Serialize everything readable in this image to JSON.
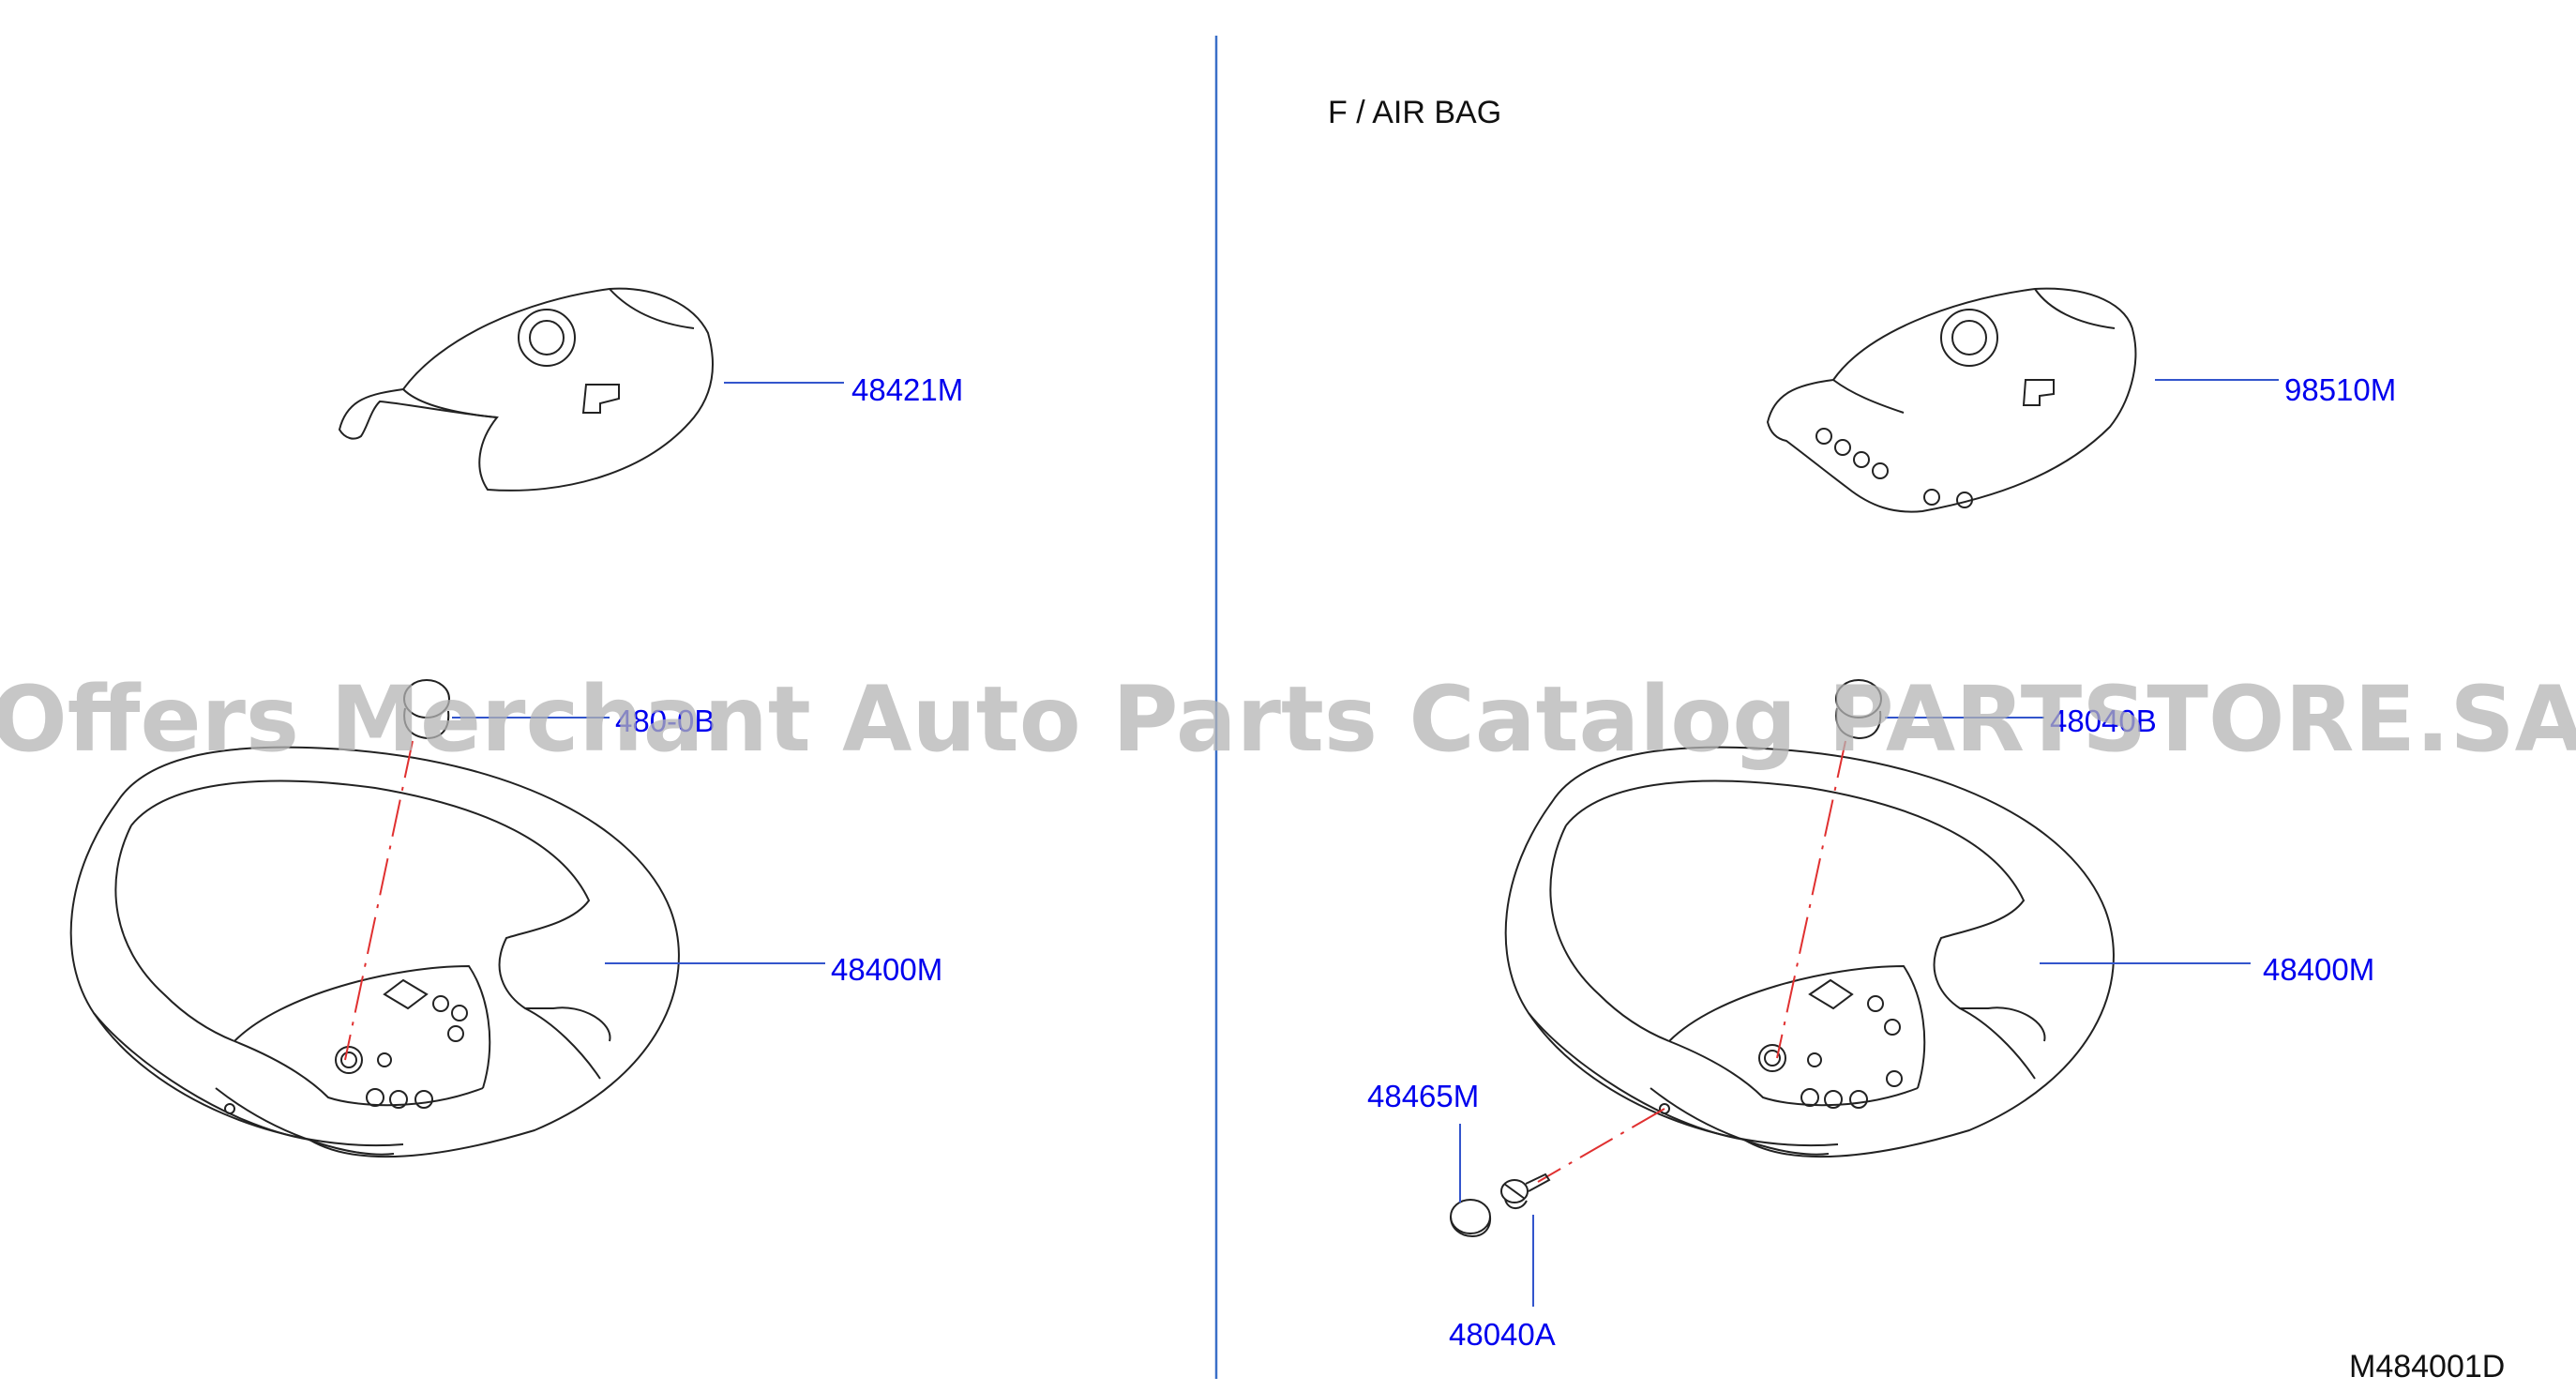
{
  "colors": {
    "label": "#0000ee",
    "leader": "#3355cc",
    "divider": "#3a6fc8",
    "outline": "#222222",
    "center_line": "#e03030",
    "watermark": "#b4b4b4"
  },
  "header": {
    "title": "F / AIR BAG"
  },
  "watermark": {
    "text": "Offers Merchant Auto Parts Catalog PARTSTORE.SA"
  },
  "diagram_code": "M484001D",
  "left_panel": {
    "labels": {
      "pad": "48421M",
      "clip": "480-0B",
      "wheel": "48400M"
    }
  },
  "right_panel": {
    "labels": {
      "airbag": "98510M",
      "clip": "48040B",
      "wheel": "48400M",
      "cap": "48465M",
      "bolt": "48040A"
    }
  },
  "icons": [
    "horn-pad-icon",
    "airbag-module-icon",
    "steering-wheel-icon",
    "clip-icon",
    "cap-icon",
    "bolt-icon"
  ]
}
